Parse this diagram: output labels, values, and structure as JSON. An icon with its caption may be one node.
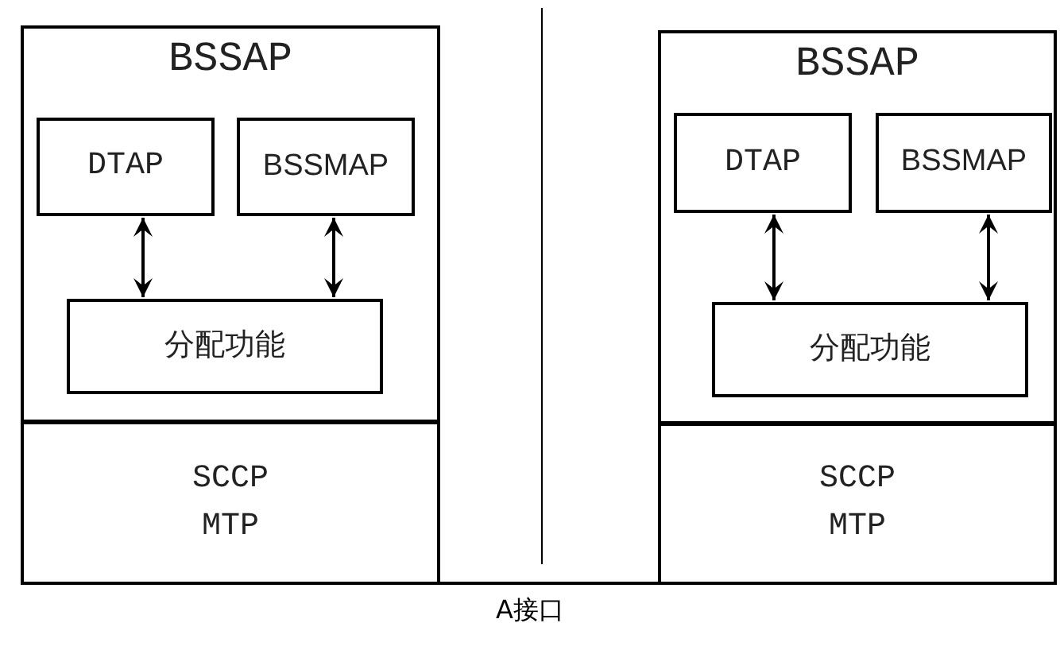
{
  "diagram": {
    "nodes": [
      {
        "text": [
          "BSSAP"
        ]
      },
      {
        "text": [
          "DTAP"
        ],
        "in": 0
      },
      {
        "text": [
          "BSSMAP"
        ],
        "in": 0
      },
      {
        "text": [
          "分配功能"
        ],
        "in": 0
      },
      {
        "text": [
          "SCCP",
          "MTP"
        ]
      },
      {
        "text": [
          "BSSAP"
        ]
      },
      {
        "text": [
          "DTAP"
        ],
        "in": 5
      },
      {
        "text": [
          "BSSMAP"
        ],
        "in": 5
      },
      {
        "text": [
          "分配功能"
        ],
        "in": 5
      },
      {
        "text": [
          "SCCP",
          "MTP"
        ]
      }
    ],
    "edges": [
      {
        "from": 1,
        "to": 3,
        "arrow": "both"
      },
      {
        "from": 2,
        "to": 3,
        "arrow": "both"
      },
      {
        "from": 6,
        "to": 8,
        "arrow": "both"
      },
      {
        "from": 7,
        "to": 8,
        "arrow": "both"
      },
      {
        "from": 4,
        "to": 9,
        "arrow": "none"
      }
    ],
    "labels": [
      "A接口"
    ]
  }
}
